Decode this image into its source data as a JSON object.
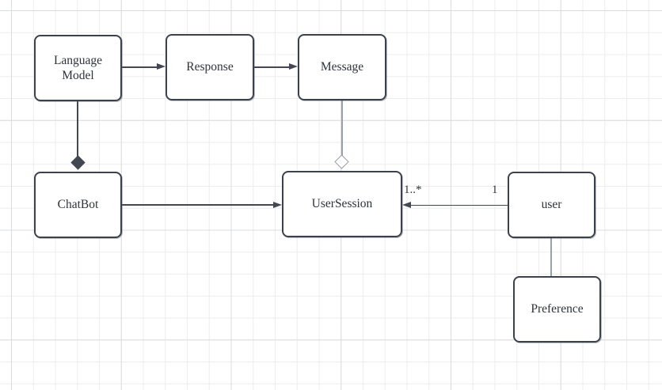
{
  "diagram": {
    "type": "uml-class-diagram",
    "nodes": [
      {
        "label": "Language Model"
      },
      {
        "label": "Response"
      },
      {
        "label": "Message"
      },
      {
        "label": "ChatBot"
      },
      {
        "label": "UserSession"
      },
      {
        "label": "user"
      },
      {
        "label": "Preference"
      }
    ],
    "edges": [
      {
        "from": "Language Model",
        "to": "Response",
        "type": "directed-arrow"
      },
      {
        "from": "Response",
        "to": "Message",
        "type": "directed-arrow"
      },
      {
        "from": "Language Model",
        "to": "ChatBot",
        "type": "composition",
        "diamond_at": "ChatBot"
      },
      {
        "from": "Message",
        "to": "UserSession",
        "type": "aggregation",
        "diamond_at": "UserSession"
      },
      {
        "from": "ChatBot",
        "to": "UserSession",
        "type": "directed-arrow"
      },
      {
        "from": "user",
        "to": "UserSession",
        "type": "directed-arrow",
        "source_label": "1",
        "target_label": "1..*"
      },
      {
        "from": "user",
        "to": "Preference",
        "type": "plain-line"
      }
    ],
    "colors": {
      "node_border": "#3b414d",
      "node_fill": "#ffffff",
      "dark_line": "#424751",
      "gray_line": "#9aa0a6",
      "text": "#2e333b",
      "grid_minor": "#ededee",
      "grid_major": "#d9dcdf",
      "background": "#ffffff"
    }
  }
}
